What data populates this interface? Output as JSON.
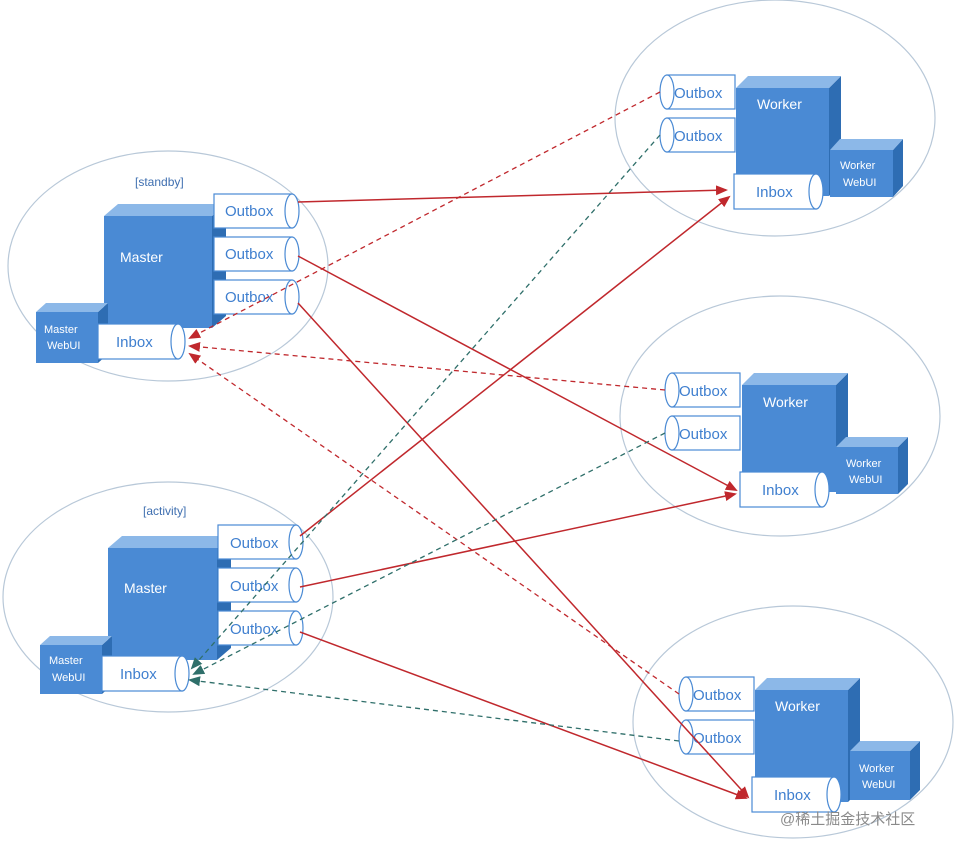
{
  "masters": [
    {
      "tag": "[standby]",
      "box_label": "Master",
      "webui_label": [
        "Master",
        "WebUI"
      ],
      "inbox_label": "Inbox",
      "outbox_labels": [
        "Outbox",
        "Outbox",
        "Outbox"
      ]
    },
    {
      "tag": "[activity]",
      "box_label": "Master",
      "webui_label": [
        "Master",
        "WebUI"
      ],
      "inbox_label": "Inbox",
      "outbox_labels": [
        "Outbox",
        "Outbox",
        "Outbox"
      ]
    }
  ],
  "workers": [
    {
      "box_label": "Worker",
      "webui_label": [
        "Worker",
        "WebUI"
      ],
      "inbox_label": "Inbox",
      "outbox_labels": [
        "Outbox",
        "Outbox"
      ]
    },
    {
      "box_label": "Worker",
      "webui_label": [
        "Worker",
        "WebUI"
      ],
      "inbox_label": "Inbox",
      "outbox_labels": [
        "Outbox",
        "Outbox"
      ]
    },
    {
      "box_label": "Worker",
      "webui_label": [
        "Worker",
        "WebUI"
      ],
      "inbox_label": "Inbox",
      "outbox_labels": [
        "Outbox",
        "Outbox"
      ]
    }
  ],
  "connections": {
    "solid_master_to_worker": [
      {
        "from": "standby.outbox.0",
        "to": "worker.0.inbox"
      },
      {
        "from": "standby.outbox.1",
        "to": "worker.1.inbox"
      },
      {
        "from": "standby.outbox.2",
        "to": "worker.2.inbox"
      },
      {
        "from": "activity.outbox.0",
        "to": "worker.0.inbox"
      },
      {
        "from": "activity.outbox.1",
        "to": "worker.1.inbox"
      },
      {
        "from": "activity.outbox.2",
        "to": "worker.2.inbox"
      }
    ],
    "dashed_worker_to_standby": [
      {
        "from": "worker.0.outbox.0",
        "to": "standby.inbox"
      },
      {
        "from": "worker.1.outbox.0",
        "to": "standby.inbox"
      },
      {
        "from": "worker.2.outbox.0",
        "to": "standby.inbox"
      }
    ],
    "dashed_worker_to_activity": [
      {
        "from": "worker.0.outbox.1",
        "to": "activity.inbox"
      },
      {
        "from": "worker.1.outbox.1",
        "to": "activity.inbox"
      },
      {
        "from": "worker.2.outbox.1",
        "to": "activity.inbox"
      }
    ]
  },
  "colors": {
    "solid_arrow": "#c0282d",
    "dashed_to_standby": "#c0282d",
    "dashed_to_activity": "#2f6f6a",
    "box_front": "#4a8ad4",
    "box_side": "#2e6db3",
    "box_top": "#8cb8e8",
    "ellipse_stroke": "#b8c8d8"
  },
  "watermark": "@稀土掘金技术社区"
}
